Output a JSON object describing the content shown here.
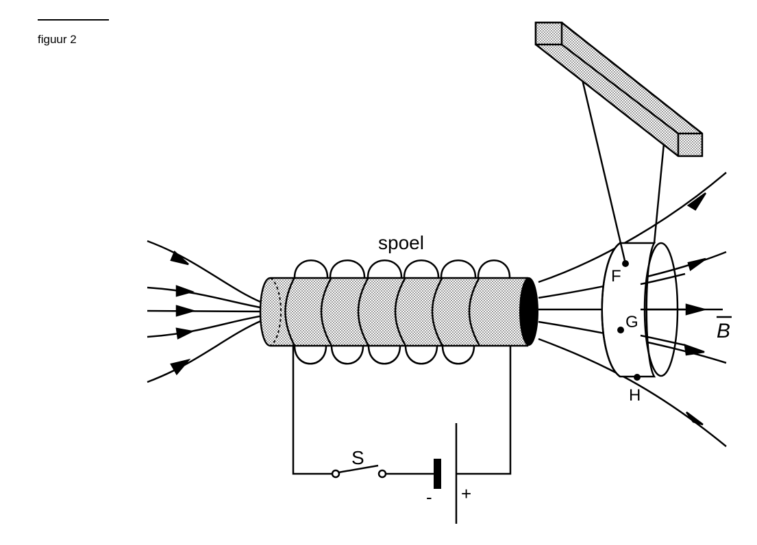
{
  "caption": "figuur 2",
  "labels": {
    "coil": "spoel",
    "switch": "S",
    "point_f": "F",
    "point_g": "G",
    "point_h": "H",
    "field": "B",
    "battery_minus": "-",
    "battery_plus": "+"
  }
}
